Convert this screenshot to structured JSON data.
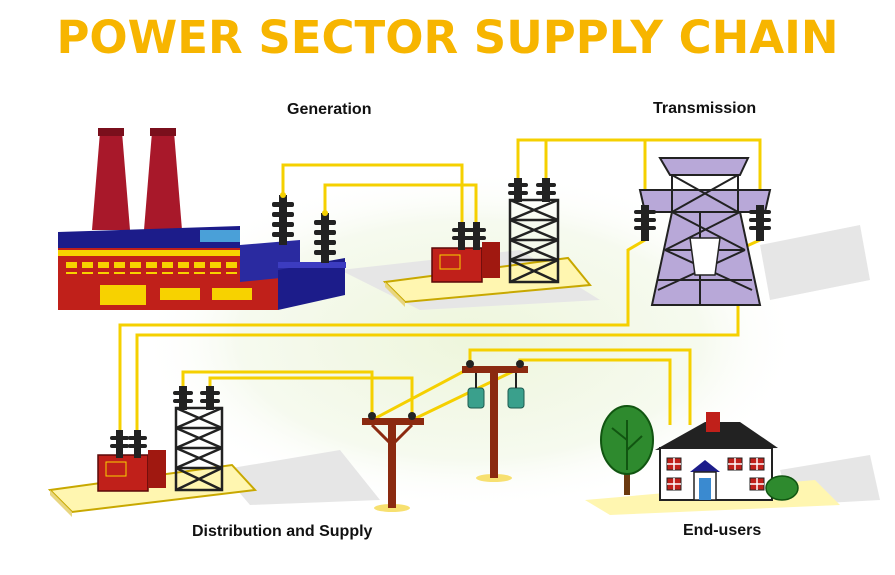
{
  "title": "POWER SECTOR SUPPLY CHAIN",
  "stages": {
    "generation": "Generation",
    "transmission": "Transmission",
    "distribution": "Distribution and Supply",
    "end_users": "End-users"
  },
  "colors": {
    "title": "#f7b500",
    "wire": "#f5d000",
    "factory_red": "#c0201a",
    "factory_navy": "#1c1c8a",
    "chimney": "#a8182a",
    "tower_lilac": "#b8a8d8",
    "platform": "#fff6b0",
    "pole": "#8b2a10",
    "transformer_teal": "#3aa08c"
  }
}
